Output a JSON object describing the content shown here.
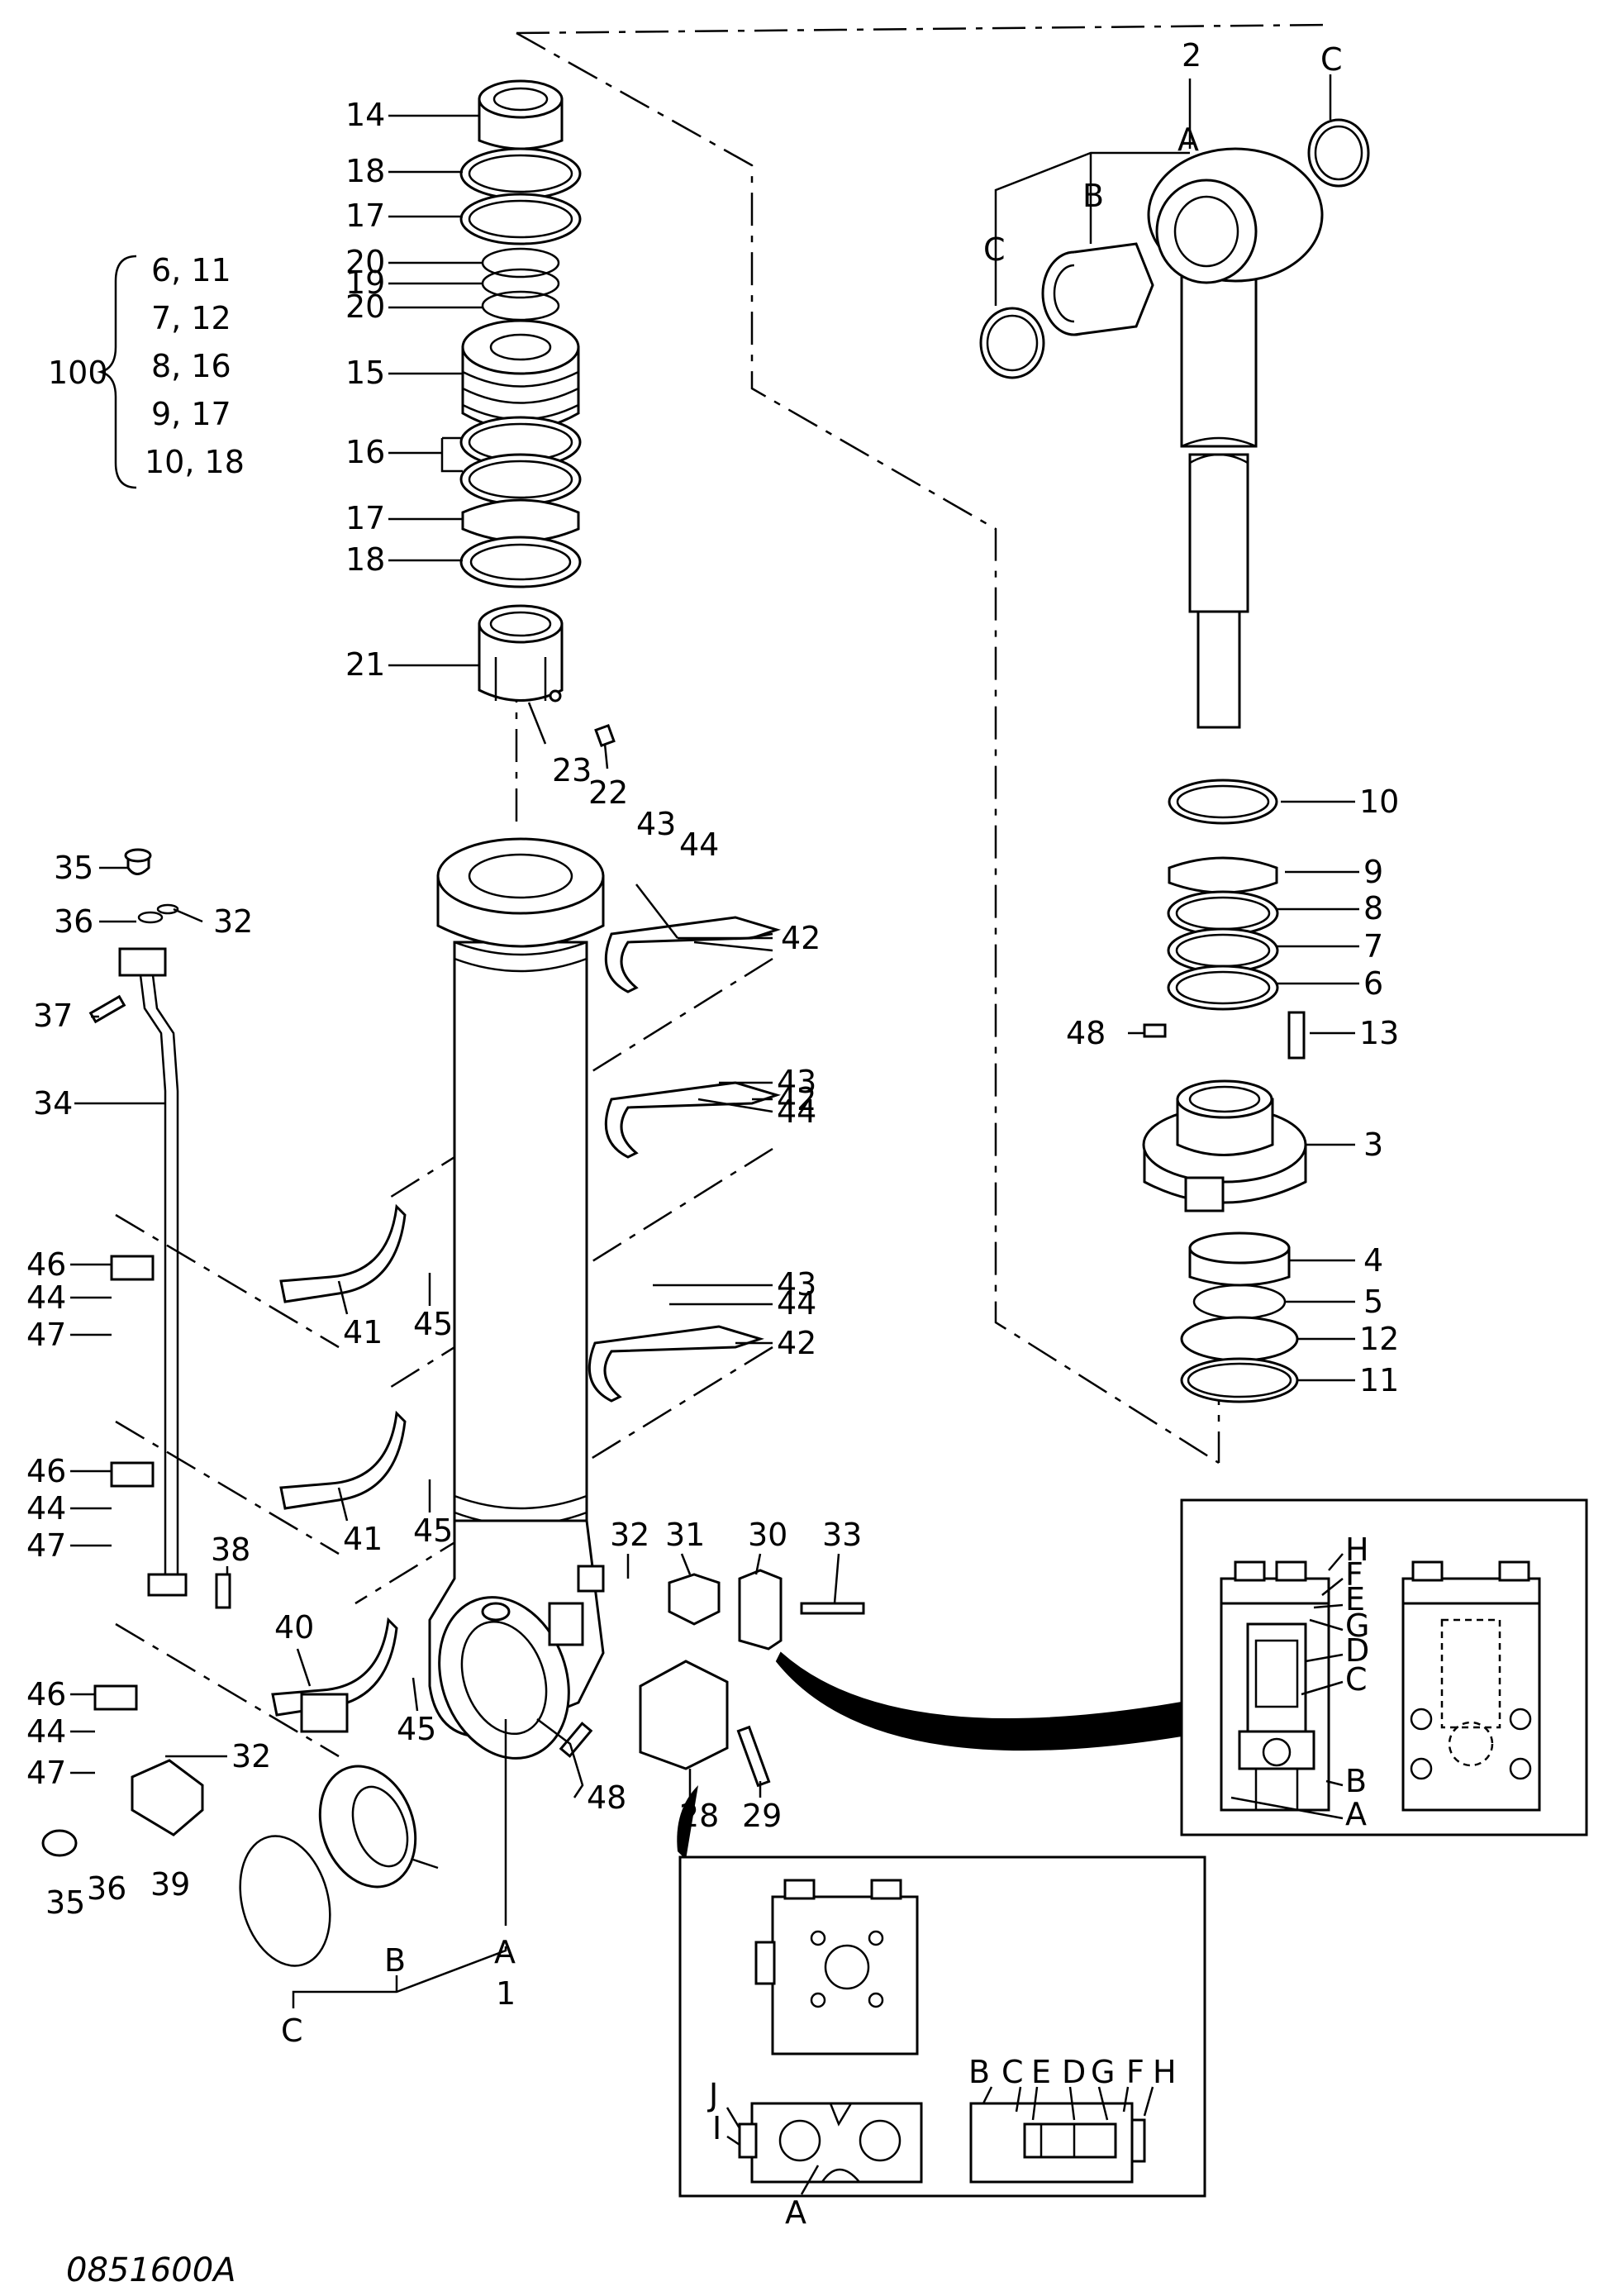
{
  "drawing_id": "0851600A",
  "kit": {
    "number": "100",
    "pairs": [
      "6, 11",
      "7, 12",
      "8, 16",
      "9, 17",
      "10, 18"
    ]
  },
  "callouts": {
    "rod_cap": "14",
    "wear_ring_top": "18",
    "backup_ring_top": "17",
    "ring_20a": "20",
    "ring_19": "19",
    "ring_20b": "20",
    "piston": "15",
    "seal_16": "16",
    "backup_ring_low": "17",
    "wear_ring_low": "18",
    "nut": "21",
    "set_23": "23",
    "set_22": "22",
    "rod_assy": "2",
    "rod_A": "A",
    "rod_B": "B",
    "rod_C_left": "C",
    "rod_C_right": "C",
    "seal_10": "10",
    "seal_9": "9",
    "seal_8": "8",
    "seal_7": "7",
    "seal_6": "6",
    "bolt_13": "13",
    "grease_48_top": "48",
    "head_3": "3",
    "bushing_4": "4",
    "ring_5": "5",
    "ring_12": "12",
    "ring_11": "11",
    "plug_35_top": "35",
    "oring_36_top": "36",
    "oring_32_top": "32",
    "bolt_37": "37",
    "pipe_34": "34",
    "clamp_46_a": "46",
    "washer_44_a": "44",
    "bolt_47_a": "47",
    "clamp_46_b": "46",
    "washer_44_b": "44",
    "bolt_47_b": "47",
    "clamp_46_c": "46",
    "washer_44_c": "44",
    "bolt_47_c": "47",
    "oring_32_bottom": "32",
    "block_39": "39",
    "plug_35_bottom": "35",
    "oring_36_bottom": "36",
    "bolt_38": "38",
    "band_40": "40",
    "band_41_a": "41",
    "band_41_b": "41",
    "nut_45_a": "45",
    "nut_45_b": "45",
    "nut_45_c": "45",
    "bolt_43_a": "43",
    "washer_44_d": "44",
    "band_42_a": "42",
    "bolt_43_b": "43",
    "washer_44_e": "44",
    "band_42_b": "42",
    "bolt_43_c": "43",
    "washer_44_f": "44",
    "band_42_c": "42",
    "oring_32_valve": "32",
    "block_31": "31",
    "valve_30": "30",
    "bolt_33": "33",
    "valve_28": "28",
    "bolt_29": "29",
    "grease_48_bottom": "48",
    "tube_A": "A",
    "tube_1": "1",
    "tube_B": "B",
    "tube_C": "C"
  },
  "detail_right": {
    "labels": [
      "H",
      "F",
      "E",
      "G",
      "D",
      "C",
      "B",
      "A"
    ]
  },
  "detail_bottom": {
    "labels_top_row": [
      "B",
      "C",
      "E",
      "D",
      "G",
      "F",
      "H"
    ],
    "labels_left": [
      "J",
      "I"
    ],
    "label_bottom": "A"
  }
}
